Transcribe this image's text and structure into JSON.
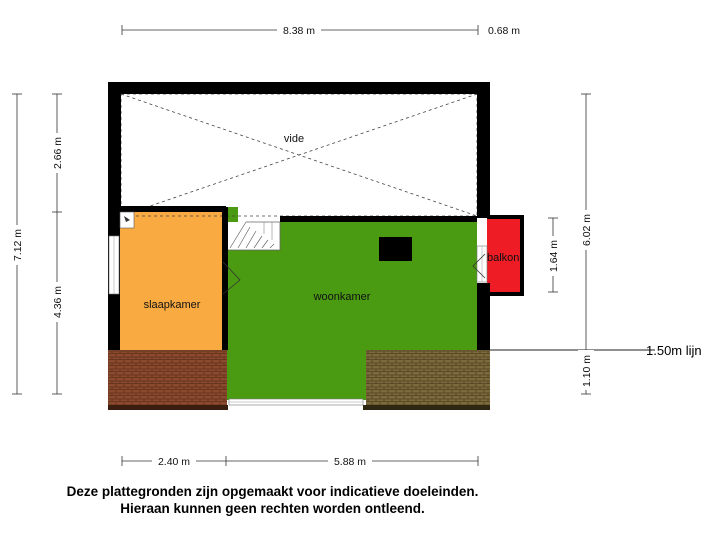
{
  "dimensions": {
    "top_main": "8.38 m",
    "top_balcony": "0.68 m",
    "left_total": "7.12 m",
    "left_upper": "2.66 m",
    "left_lower": "4.36 m",
    "right_total": "6.02 m",
    "right_balcony": "1.64 m",
    "right_lower": "1.10 m",
    "bottom_left": "2.40 m",
    "bottom_right": "5.88 m"
  },
  "rooms": {
    "vide": "vide",
    "slaapkamer": "slaapkamer",
    "woonkamer": "woonkamer",
    "balkon": "balkon"
  },
  "line_label": "1.50m lijn",
  "disclaimer": {
    "line1": "Deze plattegronden zijn opgemaakt voor indicatieve doeleinden.",
    "line2": "Hieraan kunnen geen rechten worden ontleend."
  },
  "colors": {
    "slaapkamer": "#f9ab42",
    "woonkamer": "#4a9a12",
    "balkon": "#ee1c24",
    "roof_tiles": "#8b4a2e",
    "walls": "#000000"
  }
}
